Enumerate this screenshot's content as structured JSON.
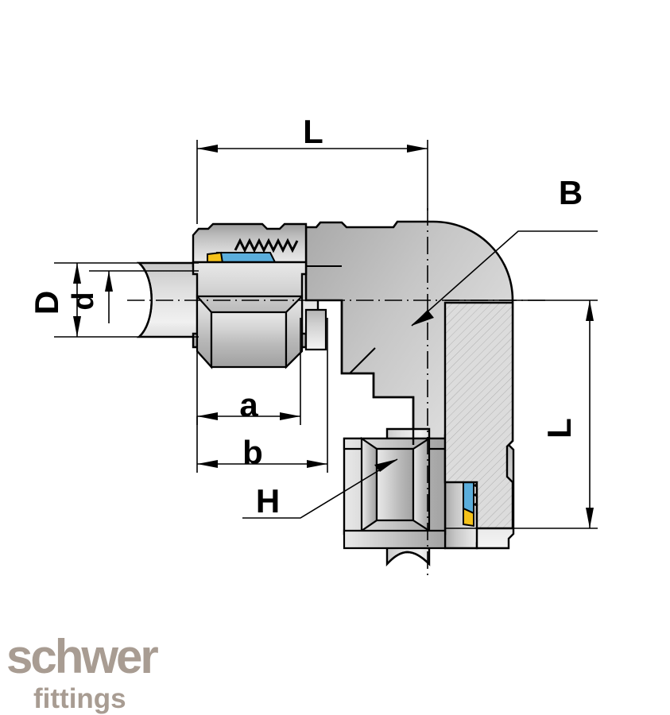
{
  "drawing": {
    "title": "90 degree elbow compression tube fitting - sectional technical drawing",
    "background_color": "#ffffff",
    "line_color": "#000000",
    "dimension_labels": {
      "length_horizontal": "L",
      "length_vertical": "L",
      "outer_diameter": "D",
      "inner_diameter": "d",
      "dim_a": "a",
      "dim_b": "b",
      "body_callout": "B",
      "hex_callout": "H"
    },
    "colors": {
      "cutting_ring": "#F5C21A",
      "seal_ring": "#5BAEDC",
      "metal_light": "#F2F2F2",
      "metal_mid": "#C9C9C9",
      "metal_dark": "#9A9A9A",
      "hatch": "#D8D8D8",
      "logo": "#a89c92"
    }
  },
  "logo": {
    "brand": "schwer",
    "tagline": "fittings"
  }
}
